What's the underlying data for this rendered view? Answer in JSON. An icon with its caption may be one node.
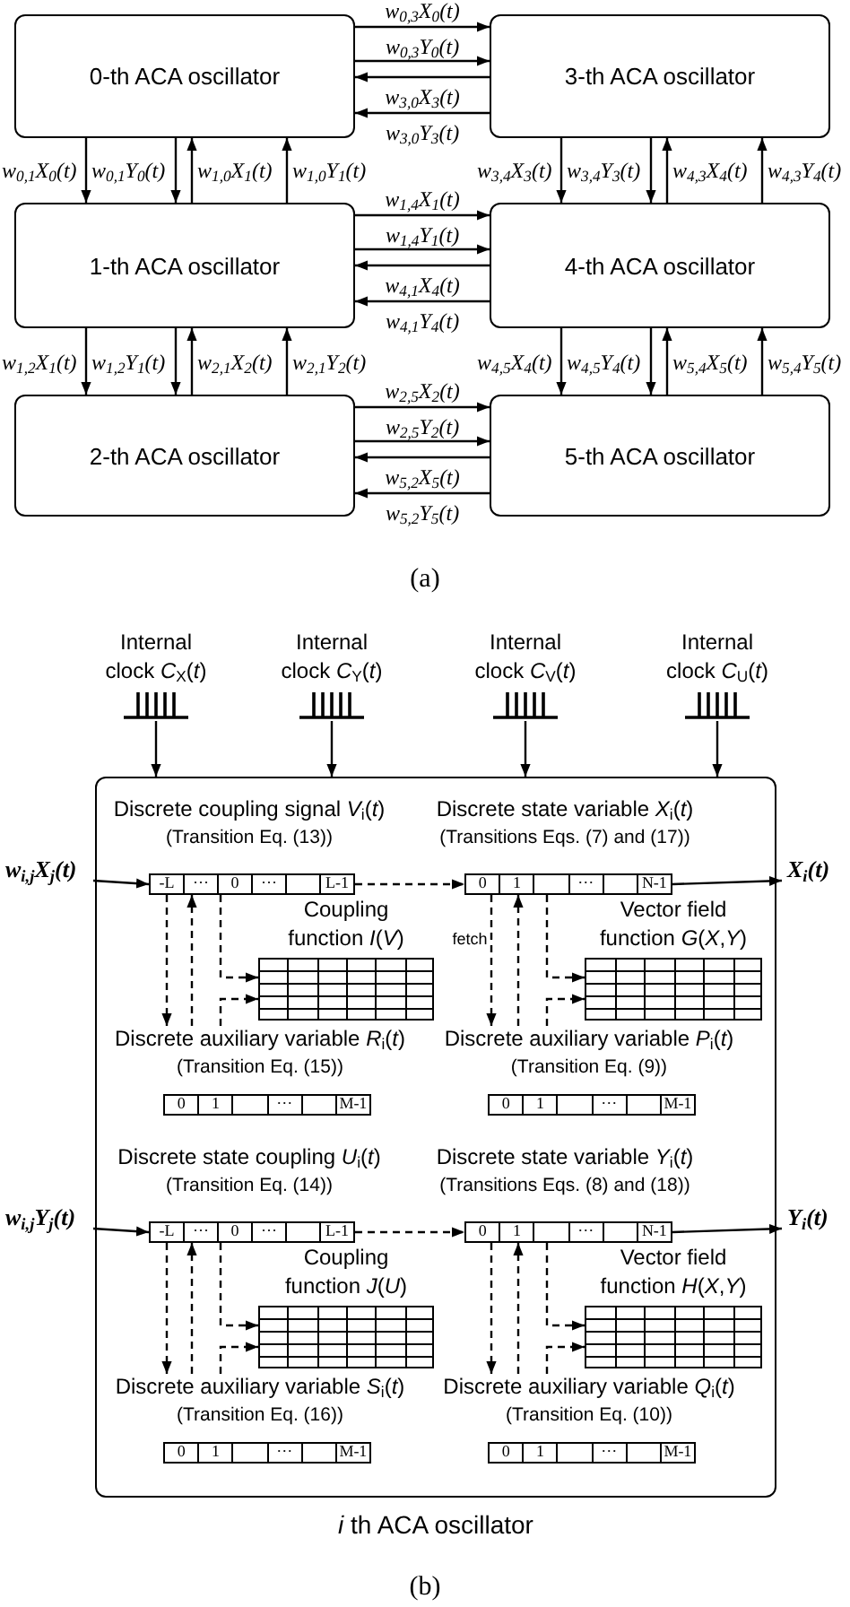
{
  "diagram": {
    "nodes": [
      {
        "text": [
          "0-th ACA oscillator"
        ]
      },
      {
        "text": [
          "3-th ACA oscillator"
        ]
      },
      {
        "text": [
          "1-th ACA oscillator"
        ]
      },
      {
        "text": [
          "4-th ACA oscillator"
        ]
      },
      {
        "text": [
          "2-th ACA oscillator"
        ]
      },
      {
        "text": [
          "5-th ACA oscillator"
        ]
      },
      {
        "text": [
          "*i* th ACA oscillator"
        ]
      },
      {
        "text": [
          "Internal clock *C*$_{X}$(*t*)"
        ]
      },
      {
        "text": [
          "Internal clock *C*$_{Y}$(*t*)"
        ]
      },
      {
        "text": [
          "Internal clock *C*$_{V}$(*t*)"
        ]
      },
      {
        "text": [
          "Internal clock *C*$_{U}$(*t*)"
        ]
      },
      {
        "text": [
          "w$_{i,j}$X$_{j}$(t)"
        ]
      },
      {
        "text": [
          "Discrete coupling signal *V*$_{i}$(*t*)",
          "(Transition Eq. (13))",
          "-L",
          "···",
          "0",
          "···",
          "L-1"
        ],
        "in": 6
      },
      {
        "text": [
          "Discrete state variable *X*$_{i}$(*t*)",
          "(Transitions Eqs. (7) and (17))",
          "0",
          "1",
          "···",
          "N-1"
        ],
        "in": 6
      },
      {
        "text": [
          "X$_{i}$(t)"
        ]
      },
      {
        "text": [
          "Coupling function *I*(*V*)"
        ],
        "in": 6
      },
      {
        "text": [
          "Vector field function *G*(*X*,*Y*)"
        ],
        "in": 6
      },
      {
        "text": [
          "Discrete auxiliary variable *R*$_{i}$(*t*)",
          "(Transition Eq. (15))",
          "0",
          "1",
          "···",
          "M-1"
        ],
        "in": 6
      },
      {
        "text": [
          "Discrete auxiliary variable *P*$_{i}$(*t*)",
          "(Transition Eq. (9))",
          "0",
          "1",
          "···",
          "M-1"
        ],
        "in": 6
      },
      {
        "text": [
          "w$_{i,j}$Y$_{j}$(t)"
        ]
      },
      {
        "text": [
          "Discrete state coupling *U*$_{i}$(*t*)",
          "(Transition Eq. (14))",
          "-L",
          "···",
          "0",
          "···",
          "L-1"
        ],
        "in": 6
      },
      {
        "text": [
          "Discrete state variable *Y*$_{i}$(*t*)",
          "(Transitions Eqs. (8) and (18))",
          "0",
          "1",
          "···",
          "N-1"
        ],
        "in": 6
      },
      {
        "text": [
          "Y$_{i}$(t)"
        ]
      },
      {
        "text": [
          "Coupling function *J*(*U*)"
        ],
        "in": 6
      },
      {
        "text": [
          "Vector field function *H*(*X*,*Y*)"
        ],
        "in": 6
      },
      {
        "text": [
          "Discrete auxiliary variable *S*$_{i}$(*t*)",
          "(Transition Eq. (16))",
          "0",
          "1",
          "···",
          "M-1"
        ],
        "in": 6
      },
      {
        "text": [
          "Discrete auxiliary variable *Q*$_{i}$(*t*)",
          "(Transition Eq. (10))",
          "0",
          "1",
          "···",
          "M-1"
        ],
        "in": 6
      }
    ],
    "edges": [
      {
        "from": 0,
        "to": 1,
        "arrow": "to",
        "label": "w$_{0,3}$X$_{0}$(t)"
      },
      {
        "from": 0,
        "to": 1,
        "arrow": "to",
        "label": "w$_{0,3}$Y$_{0}$(t)"
      },
      {
        "from": 1,
        "to": 0,
        "arrow": "to",
        "label": "w$_{3,0}$X$_{3}$(t)"
      },
      {
        "from": 1,
        "to": 0,
        "arrow": "to",
        "label": "w$_{3,0}$Y$_{3}$(t)"
      },
      {
        "from": 0,
        "to": 2,
        "arrow": "to",
        "label": "w$_{0,1}$X$_{0}$(t)"
      },
      {
        "from": 0,
        "to": 2,
        "arrow": "to",
        "label": "w$_{0,1}$Y$_{0}$(t)"
      },
      {
        "from": 2,
        "to": 0,
        "arrow": "to",
        "label": "w$_{1,0}$X$_{1}$(t)"
      },
      {
        "from": 2,
        "to": 0,
        "arrow": "to",
        "label": "w$_{1,0}$Y$_{1}$(t)"
      },
      {
        "from": 1,
        "to": 3,
        "arrow": "to",
        "label": "w$_{3,4}$X$_{3}$(t)"
      },
      {
        "from": 1,
        "to": 3,
        "arrow": "to",
        "label": "w$_{3,4}$Y$_{3}$(t)"
      },
      {
        "from": 3,
        "to": 1,
        "arrow": "to",
        "label": "w$_{4,3}$X$_{4}$(t)"
      },
      {
        "from": 3,
        "to": 1,
        "arrow": "to",
        "label": "w$_{4,3}$Y$_{4}$(t)"
      },
      {
        "from": 2,
        "to": 3,
        "arrow": "to",
        "label": "w$_{1,4}$X$_{1}$(t)"
      },
      {
        "from": 2,
        "to": 3,
        "arrow": "to",
        "label": "w$_{1,4}$Y$_{1}$(t)"
      },
      {
        "from": 3,
        "to": 2,
        "arrow": "to",
        "label": "w$_{4,1}$X$_{4}$(t)"
      },
      {
        "from": 3,
        "to": 2,
        "arrow": "to",
        "label": "w$_{4,1}$Y$_{4}$(t)"
      },
      {
        "from": 2,
        "to": 4,
        "arrow": "to",
        "label": "w$_{1,2}$X$_{1}$(t)"
      },
      {
        "from": 2,
        "to": 4,
        "arrow": "to",
        "label": "w$_{1,2}$Y$_{1}$(t)"
      },
      {
        "from": 4,
        "to": 2,
        "arrow": "to",
        "label": "w$_{2,1}$X$_{2}$(t)"
      },
      {
        "from": 4,
        "to": 2,
        "arrow": "to",
        "label": "w$_{2,1}$Y$_{2}$(t)"
      },
      {
        "from": 3,
        "to": 5,
        "arrow": "to",
        "label": "w$_{4,5}$X$_{4}$(t)"
      },
      {
        "from": 3,
        "to": 5,
        "arrow": "to",
        "label": "w$_{4,5}$Y$_{4}$(t)"
      },
      {
        "from": 5,
        "to": 3,
        "arrow": "to",
        "label": "w$_{5,4}$X$_{5}$(t)"
      },
      {
        "from": 5,
        "to": 3,
        "arrow": "to",
        "label": "w$_{5,4}$Y$_{5}$(t)"
      },
      {
        "from": 4,
        "to": 5,
        "arrow": "to",
        "label": "w$_{2,5}$X$_{2}$(t)"
      },
      {
        "from": 4,
        "to": 5,
        "arrow": "to",
        "label": "w$_{2,5}$Y$_{2}$(t)"
      },
      {
        "from": 5,
        "to": 4,
        "arrow": "to",
        "label": "w$_{5,2}$X$_{5}$(t)"
      },
      {
        "from": 5,
        "to": 4,
        "arrow": "to",
        "label": "w$_{5,2}$Y$_{5}$(t)"
      },
      {
        "from": 7,
        "to": 6,
        "arrow": "to"
      },
      {
        "from": 8,
        "to": 6,
        "arrow": "to"
      },
      {
        "from": 9,
        "to": 6,
        "arrow": "to"
      },
      {
        "from": 10,
        "to": 6,
        "arrow": "to"
      },
      {
        "from": 11,
        "to": 12,
        "arrow": "to"
      },
      {
        "from": 12,
        "to": 13,
        "arrow": "to",
        "style": "dashed"
      },
      {
        "from": 13,
        "to": 14,
        "arrow": "to"
      },
      {
        "from": 12,
        "to": 17,
        "arrow": "to",
        "style": "dashed"
      },
      {
        "from": 17,
        "to": 12,
        "arrow": "to",
        "style": "dashed"
      },
      {
        "from": 12,
        "to": 15,
        "arrow": "to",
        "style": "dashed"
      },
      {
        "from": 17,
        "to": 15,
        "arrow": "to",
        "style": "dashed"
      },
      {
        "from": 13,
        "to": 18,
        "arrow": "to",
        "style": "dashed",
        "label": "fetch"
      },
      {
        "from": 18,
        "to": 13,
        "arrow": "to",
        "style": "dashed"
      },
      {
        "from": 13,
        "to": 16,
        "arrow": "to",
        "style": "dashed"
      },
      {
        "from": 18,
        "to": 16,
        "arrow": "to",
        "style": "dashed"
      },
      {
        "from": 19,
        "to": 20,
        "arrow": "to"
      },
      {
        "from": 20,
        "to": 21,
        "arrow": "to",
        "style": "dashed"
      },
      {
        "from": 21,
        "to": 22,
        "arrow": "to"
      },
      {
        "from": 20,
        "to": 25,
        "arrow": "to",
        "style": "dashed"
      },
      {
        "from": 25,
        "to": 20,
        "arrow": "to",
        "style": "dashed"
      },
      {
        "from": 20,
        "to": 23,
        "arrow": "to",
        "style": "dashed"
      },
      {
        "from": 25,
        "to": 23,
        "arrow": "to",
        "style": "dashed"
      },
      {
        "from": 21,
        "to": 26,
        "arrow": "to",
        "style": "dashed"
      },
      {
        "from": 26,
        "to": 21,
        "arrow": "to",
        "style": "dashed"
      },
      {
        "from": 21,
        "to": 24,
        "arrow": "to",
        "style": "dashed"
      },
      {
        "from": 26,
        "to": 24,
        "arrow": "to",
        "style": "dashed"
      }
    ],
    "labels": [
      "(a)",
      "(b)"
    ]
  }
}
